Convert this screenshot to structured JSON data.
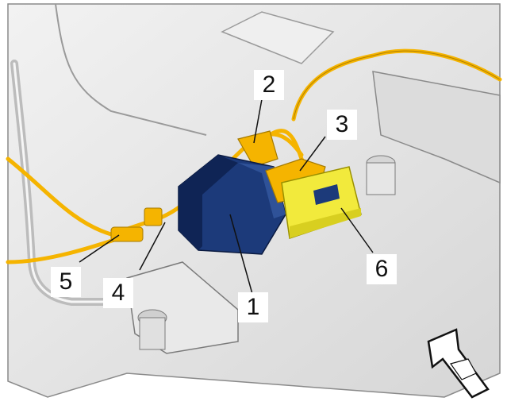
{
  "callouts": [
    {
      "id": "1",
      "label": "1"
    },
    {
      "id": "2",
      "label": "2"
    },
    {
      "id": "3",
      "label": "3"
    },
    {
      "id": "4",
      "label": "4"
    },
    {
      "id": "5",
      "label": "5"
    },
    {
      "id": "6",
      "label": "6"
    }
  ],
  "icons": {
    "direction": "vehicle-forward-arrow-icon"
  },
  "colors": {
    "harness": "#f5b400",
    "connector": "#1c3a7a",
    "connector_shade": "#0f2455",
    "retainer": "#f2ea3c",
    "body_panel": "#e6e6e6",
    "outline": "#6a6a6a"
  }
}
